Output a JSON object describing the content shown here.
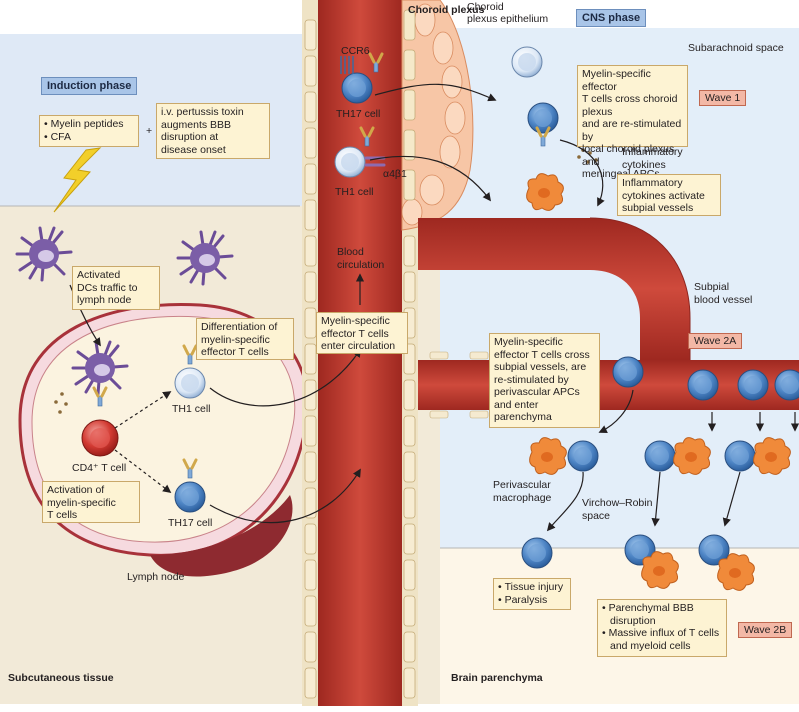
{
  "phases": {
    "induction": "Induction phase",
    "cns": "CNS phase"
  },
  "regions": {
    "subcutaneous": "Subcutaneous tissue",
    "brain": "Brain parenchyma",
    "subarachnoid": "Subarachnoid space",
    "choroid_plexus": "Choroid\nplexus",
    "choroid_epithelium": "Choroid\nplexus epithelium",
    "lymph_node": "Lymph node"
  },
  "induction": {
    "immunization_items": [
      "Myelin peptides",
      "CFA"
    ],
    "plus": "+",
    "pertussis": "i.v. pertussis toxin\naugments BBB\ndisruption at\ndisease onset"
  },
  "periphery": {
    "activated_dcs": "Activated\nDCs traffic to\nlymph node",
    "differentiation": "Differentiation of\nmyelin-specific\neffector T cells",
    "activation": "Activation of\nmyelin-specific\nT cells",
    "cd4_label": "CD4⁺ T cell",
    "th1_label": "TH1 cell",
    "th17_label": "TH17 cell",
    "enter_circulation": "Myelin-specific\neffector T cells\nenter circulation",
    "blood_circulation": "Blood\ncirculation"
  },
  "plexus": {
    "ccr6": "CCR6",
    "th17_label": "TH17 cell",
    "th1_label": "TH1 cell",
    "integrin": "α4β1"
  },
  "cns": {
    "wave1_text": "Myelin-specific effector\nT cells cross choroid plexus\nand are re-stimulated by\nlocal choroid plexus and\nmeningeal APCs",
    "wave1": "Wave 1",
    "inflammatory_cytokines": "Inflammatory\ncytokines",
    "cytokines_activate": "Inflammatory\ncytokines activate\nsubpial vessels",
    "subpial_vessel": "Subpial\nblood vessel",
    "wave2a": "Wave 2A",
    "wave2a_text": "Myelin-specific\neffector T cells cross\nsubpial vessels, are\nre-stimulated by\nperivascular APCs\nand enter\nparenchyma",
    "perivascular_macrophage": "Perivascular\nmacrophage",
    "virchow_robin": "Virchow–Robin\nspace",
    "injury_items": [
      "Tissue injury",
      "Paralysis"
    ],
    "parenchymal_items": [
      "Parenchymal BBB disruption",
      "Massive influx of T cells and myeloid cells"
    ],
    "wave2b": "Wave 2B"
  },
  "colors": {
    "blood": "#c0362c",
    "tcell_blue": "#4f86c6",
    "dc_purple": "#7b5ea7",
    "macrophage_orange": "#f08a3a",
    "label_fill": "#fdf3d3",
    "phase_fill": "#a9c5e8",
    "wave_fill": "#f3b8a6"
  }
}
